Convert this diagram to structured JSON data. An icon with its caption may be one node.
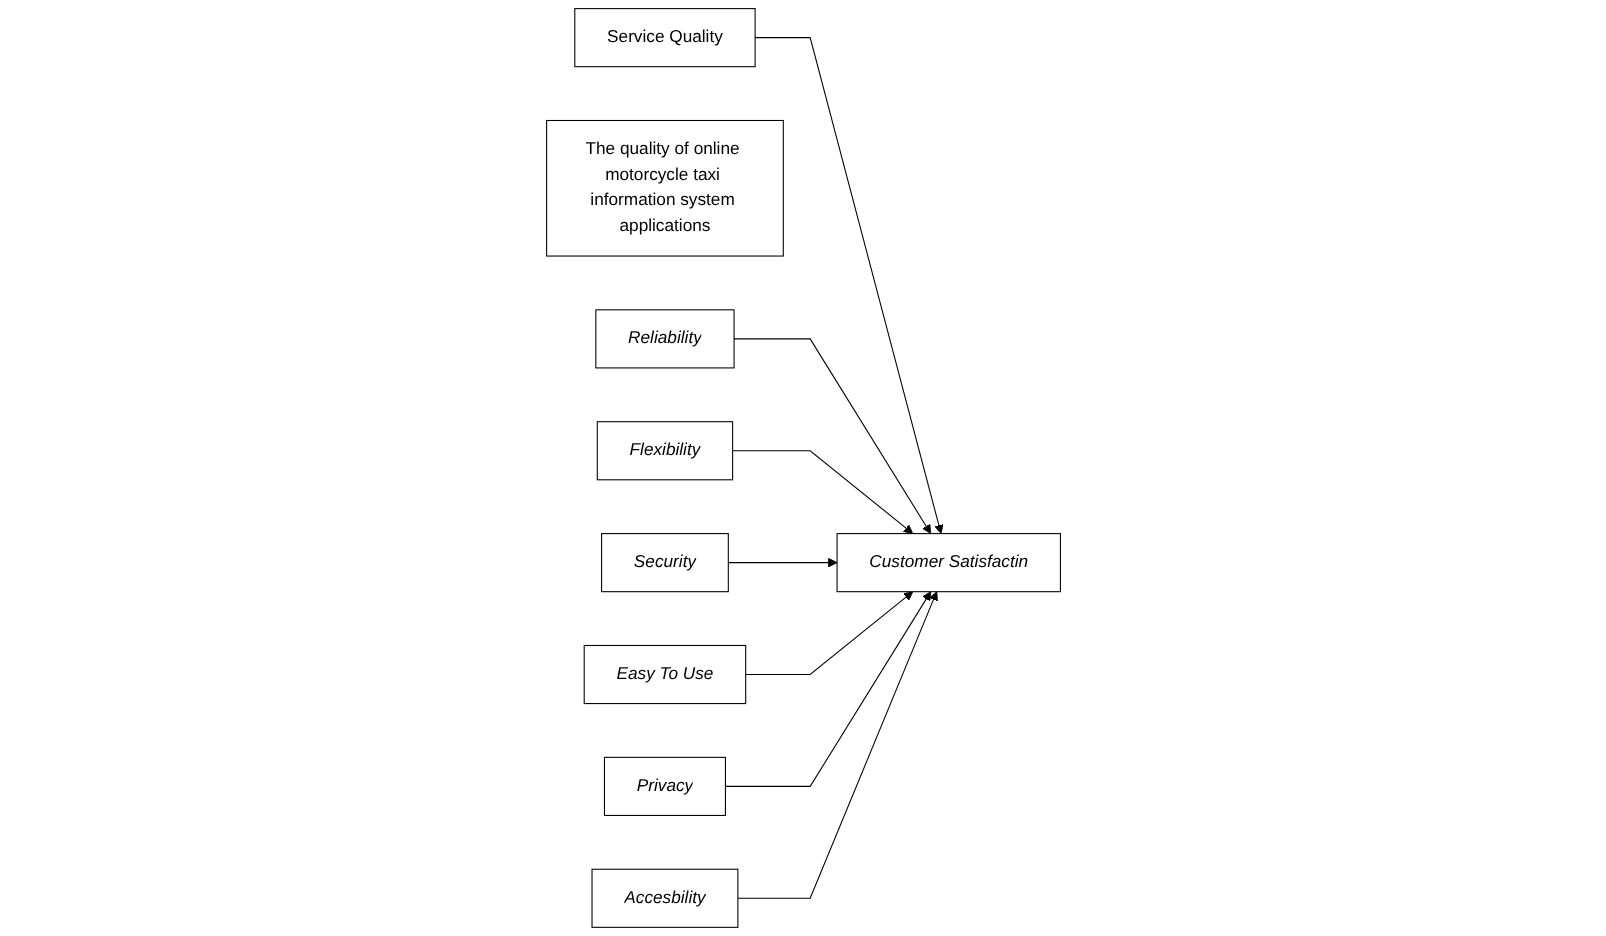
{
  "diagram": {
    "nodes": [
      {
        "text": [
          "Service Quality"
        ]
      },
      {
        "text": [
          "The quality of online motorcycle taxi information system applications"
        ]
      },
      {
        "text": [
          "Reliability"
        ]
      },
      {
        "text": [
          "Flexibility"
        ]
      },
      {
        "text": [
          "Security"
        ]
      },
      {
        "text": [
          "Easy To Use"
        ]
      },
      {
        "text": [
          "Privacy"
        ]
      },
      {
        "text": [
          "Accesbility"
        ]
      },
      {
        "text": [
          "Customer Satisfactin"
        ]
      }
    ],
    "edges": [
      {
        "from": 0,
        "to": 8,
        "arrow": "to"
      },
      {
        "from": 2,
        "to": 8,
        "arrow": "to"
      },
      {
        "from": 3,
        "to": 8,
        "arrow": "to"
      },
      {
        "from": 4,
        "to": 8,
        "arrow": "to"
      },
      {
        "from": 5,
        "to": 8,
        "arrow": "to"
      },
      {
        "from": 6,
        "to": 8,
        "arrow": "to"
      },
      {
        "from": 7,
        "to": 8,
        "arrow": "to"
      }
    ]
  }
}
